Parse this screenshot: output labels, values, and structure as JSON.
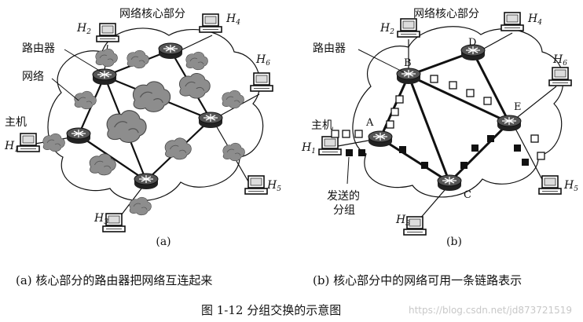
{
  "panel_a": {
    "core_label": "网络核心部分",
    "router_label": "路由器",
    "network_label": "网络",
    "host_label": "主机",
    "hosts": [
      "H",
      "H",
      "H",
      "H",
      "H"
    ],
    "host_subs": [
      "1",
      "2",
      "3",
      "4",
      "5",
      "6"
    ],
    "panel_tag": "(a)"
  },
  "panel_b": {
    "core_label": "网络核心部分",
    "router_label": "路由器",
    "host_label": "主机",
    "sent_packets_label_line1": "发送的",
    "sent_packets_label_line2": "分组",
    "node_labels": [
      "A",
      "B",
      "C",
      "D",
      "E"
    ],
    "panel_tag": "(b)"
  },
  "captions": {
    "left": "(a)  核心部分的路由器把网络互连起来",
    "right": "(b)  核心部分中的网络可用一条链路表示",
    "figure": "图 1-12     分组交换的示意图"
  },
  "watermark": "https://blog.csdn.net/jd873721519",
  "colors": {
    "ink": "#111111",
    "cloud_fill": "#9a9a9a",
    "router_fill": "#3a3a3a"
  }
}
